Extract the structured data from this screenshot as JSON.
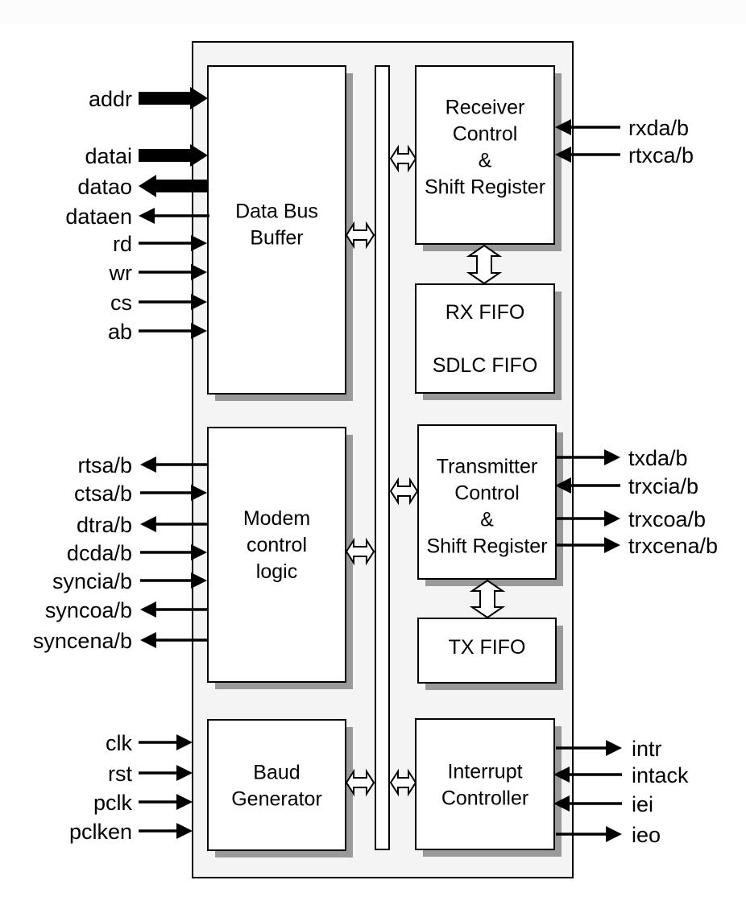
{
  "colors": {
    "chip_fill": "#f4f4f4",
    "block_fill": "#ffffff",
    "shadow": "#999999",
    "stroke": "#000000"
  },
  "blocks": {
    "data_bus_buffer": {
      "lines": [
        "Data Bus",
        "Buffer"
      ]
    },
    "modem_control": {
      "lines": [
        "Modem",
        "control",
        "logic"
      ]
    },
    "baud_generator": {
      "lines": [
        "Baud",
        "Generator"
      ]
    },
    "receiver": {
      "lines": [
        "Receiver",
        "Control",
        "&",
        "Shift Register"
      ]
    },
    "rx_fifo": {
      "lines": [
        "RX FIFO",
        "",
        "SDLC FIFO"
      ]
    },
    "transmitter": {
      "lines": [
        "Transmitter",
        "Control",
        "&",
        "Shift Register"
      ]
    },
    "tx_fifo": {
      "lines": [
        "TX FIFO"
      ]
    },
    "interrupt": {
      "lines": [
        "Interrupt",
        "Controller"
      ]
    }
  },
  "signals": {
    "bus_left": [
      {
        "name": "addr",
        "dir": "in",
        "bus": true
      },
      {
        "name": "datai",
        "dir": "in",
        "bus": true
      },
      {
        "name": "datao",
        "dir": "out",
        "bus": true
      },
      {
        "name": "dataen",
        "dir": "out",
        "bus": false
      },
      {
        "name": "rd",
        "dir": "in",
        "bus": false
      },
      {
        "name": "wr",
        "dir": "in",
        "bus": false
      },
      {
        "name": "cs",
        "dir": "in",
        "bus": false
      },
      {
        "name": "ab",
        "dir": "in",
        "bus": false
      }
    ],
    "modem_left": [
      {
        "name": "rtsa/b",
        "dir": "out"
      },
      {
        "name": "ctsa/b",
        "dir": "in"
      },
      {
        "name": "dtra/b",
        "dir": "out"
      },
      {
        "name": "dcda/b",
        "dir": "in"
      },
      {
        "name": "syncia/b",
        "dir": "in"
      },
      {
        "name": "syncoa/b",
        "dir": "out"
      },
      {
        "name": "syncena/b",
        "dir": "out"
      }
    ],
    "baud_left": [
      {
        "name": "clk",
        "dir": "in"
      },
      {
        "name": "rst",
        "dir": "in"
      },
      {
        "name": "pclk",
        "dir": "in"
      },
      {
        "name": "pclken",
        "dir": "in"
      }
    ],
    "rx_right": [
      {
        "name": "rxda/b",
        "dir": "in"
      },
      {
        "name": "rtxca/b",
        "dir": "in"
      }
    ],
    "tx_right": [
      {
        "name": "txda/b",
        "dir": "out"
      },
      {
        "name": "trxcia/b",
        "dir": "in"
      },
      {
        "name": "trxcoa/b",
        "dir": "out"
      },
      {
        "name": "trxcena/b",
        "dir": "out"
      }
    ],
    "int_right": [
      {
        "name": "intr",
        "dir": "out"
      },
      {
        "name": "intack",
        "dir": "in"
      },
      {
        "name": "iei",
        "dir": "in"
      },
      {
        "name": "ieo",
        "dir": "out"
      }
    ]
  }
}
